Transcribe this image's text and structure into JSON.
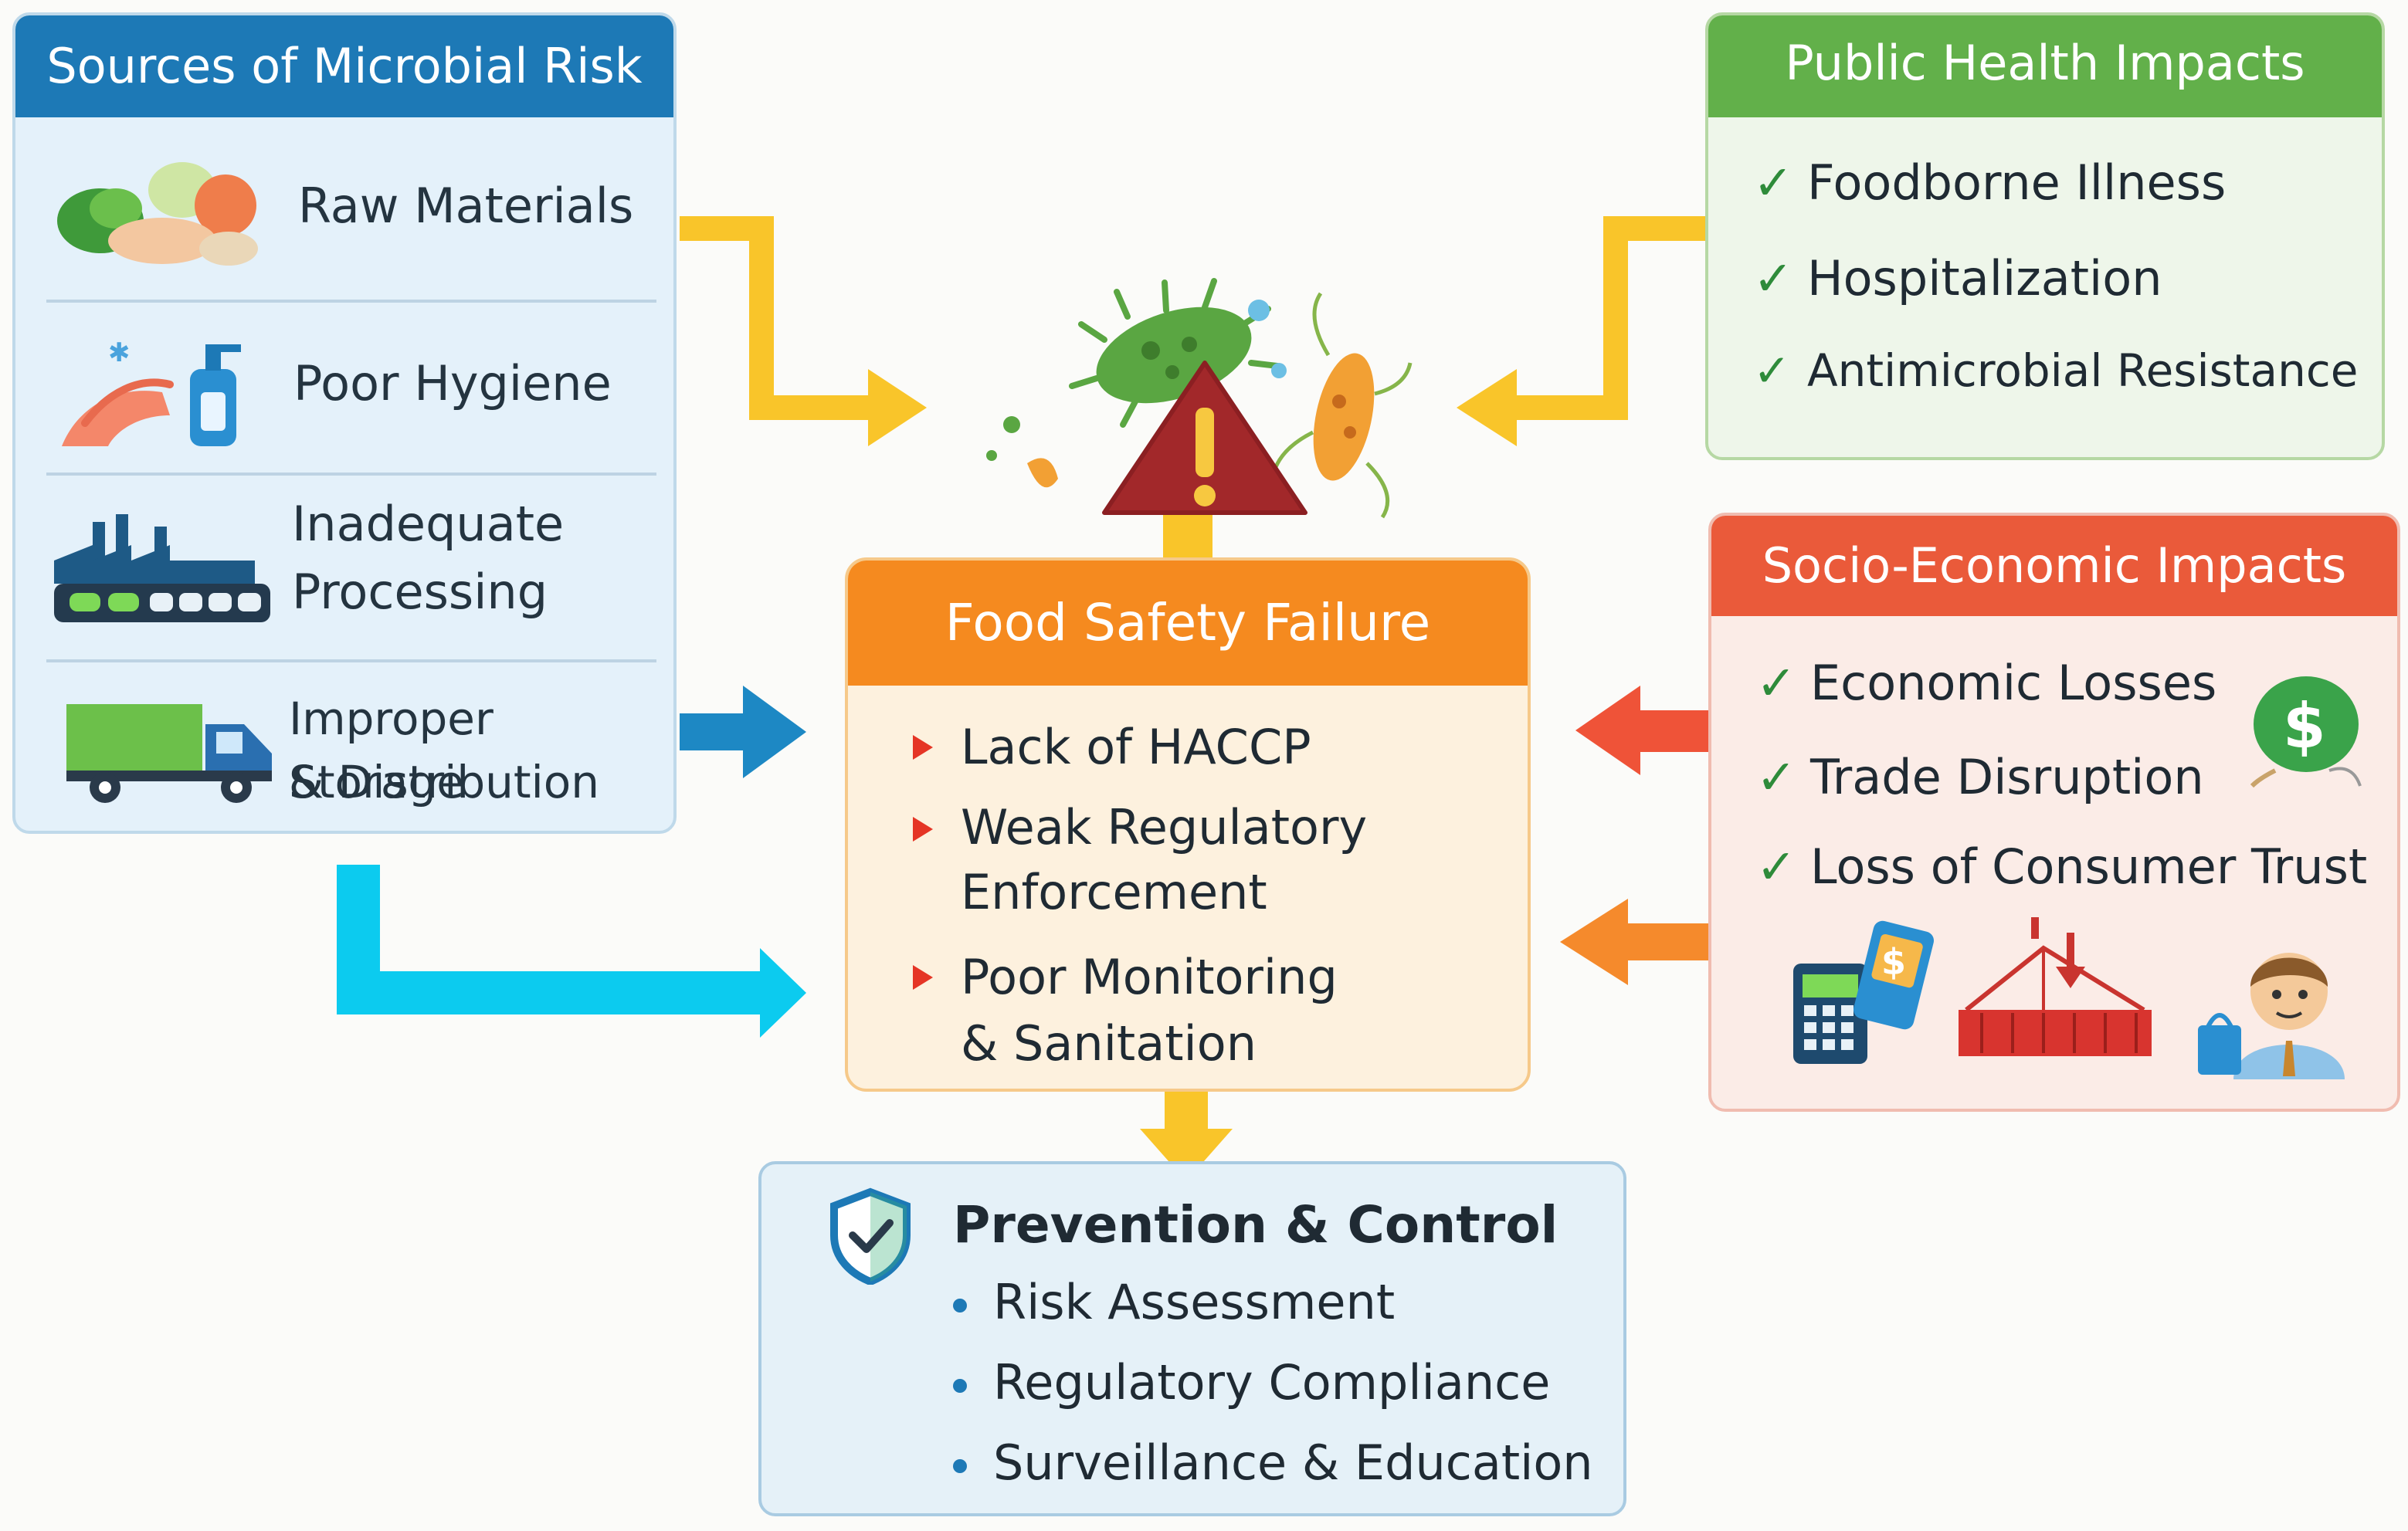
{
  "sources": {
    "title": "Sources of Microbial Risk",
    "items": [
      {
        "line1": "Raw Materials",
        "line2": "",
        "icon": "vegetables-icon"
      },
      {
        "line1": "Poor Hygiene",
        "line2": "",
        "icon": "handwash-icon"
      },
      {
        "line1": "Inadequate",
        "line2": "Processing",
        "icon": "factory-icon"
      },
      {
        "line1": "Improper Storage",
        "line2": "& Distribution",
        "icon": "truck-icon"
      }
    ]
  },
  "public_health": {
    "title": "Public Health Impacts",
    "items": [
      "Foodborne Illness",
      "Hospitalization",
      "Antimicrobial Resistance"
    ]
  },
  "socio_economic": {
    "title": "Socio-Economic Impacts",
    "items": [
      "Economic Losses",
      "Trade Disruption",
      "Loss of Consumer Trust"
    ]
  },
  "failure": {
    "title": "Food Safety Failure",
    "items": [
      {
        "line1": "Lack of HACCP",
        "line2": ""
      },
      {
        "line1": "Weak Regulatory",
        "line2": "Enforcement"
      },
      {
        "line1": "Poor Monitoring",
        "line2": "& Sanitation"
      }
    ]
  },
  "prevention": {
    "title": "Prevention & Control",
    "items": [
      "Risk Assessment",
      "Regulatory Compliance",
      "Surveillance & Education"
    ]
  },
  "colors": {
    "sources_header": "#1d79b6",
    "health_header": "#62b04a",
    "socio_header": "#ea5a3a",
    "failure_header": "#f58a1f",
    "arrow_yellow": "#f9c52a",
    "arrow_blue": "#1d88c4",
    "arrow_cyan": "#0ccbef",
    "arrow_red": "#ef5338",
    "arrow_orange": "#f58a2c",
    "warning_red": "#a2282a"
  }
}
